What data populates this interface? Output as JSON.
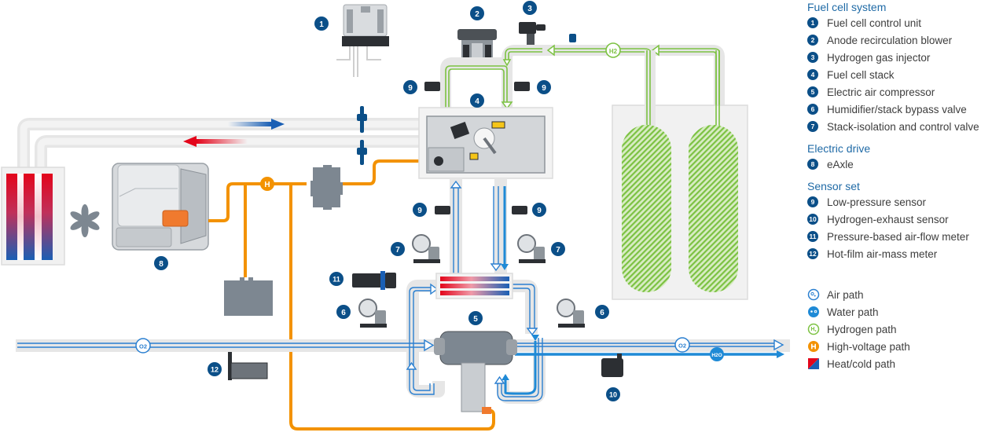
{
  "legend": {
    "sections": [
      {
        "title": "Fuel cell system",
        "items": [
          {
            "num": "1",
            "label": "Fuel cell control unit"
          },
          {
            "num": "2",
            "label": "Anode recirculation blower"
          },
          {
            "num": "3",
            "label": "Hydrogen gas injector"
          },
          {
            "num": "4",
            "label": "Fuel cell stack"
          },
          {
            "num": "5",
            "label": "Electric air compressor"
          },
          {
            "num": "6",
            "label": "Humidifier/stack bypass valve"
          },
          {
            "num": "7",
            "label": "Stack-isolation and control valve"
          }
        ]
      },
      {
        "title": "Electric drive",
        "items": [
          {
            "num": "8",
            "label": "eAxle"
          }
        ]
      },
      {
        "title": "Sensor set",
        "items": [
          {
            "num": "9",
            "label": "Low-pressure sensor"
          },
          {
            "num": "10",
            "label": "Hydrogen-exhaust sensor"
          },
          {
            "num": "11",
            "label": "Pressure-based air-flow meter"
          },
          {
            "num": "12",
            "label": "Hot-film air-mass meter"
          }
        ]
      }
    ],
    "paths": [
      {
        "icon": "air-path-icon",
        "symbol": "O2",
        "label": "Air path",
        "color": "#2a7fd0"
      },
      {
        "icon": "water-path-icon",
        "symbol": "H2O",
        "label": "Water path",
        "color": "#1f8ad6"
      },
      {
        "icon": "hydrogen-path-icon",
        "symbol": "H2",
        "label": "Hydrogen path",
        "color": "#7cc242"
      },
      {
        "icon": "high-voltage-path-icon",
        "symbol": "H",
        "label": "High-voltage path",
        "color": "#f39200"
      },
      {
        "icon": "heat-cold-path-icon",
        "symbol": "",
        "label": "Heat/cold path",
        "color": "#e3051b"
      }
    ]
  },
  "diagram": {
    "badges": {
      "b1": "1",
      "b2": "2",
      "b3": "3",
      "b4": "4",
      "b5": "5",
      "b6a": "6",
      "b6b": "6",
      "b7a": "7",
      "b7b": "7",
      "b8": "8",
      "b9a": "9",
      "b9b": "9",
      "b9c": "9",
      "b9d": "9",
      "b10": "10",
      "b11": "11",
      "b12": "12"
    },
    "path_labels": {
      "o2_in": "O2",
      "o2_out": "O2",
      "h2o_out": "H2O",
      "h2": "H2",
      "hv": "H"
    },
    "colors": {
      "badge": "#0b4f88",
      "air": "#2a7fd0",
      "water": "#1f8ad6",
      "hydrogen": "#7cc242",
      "high_voltage": "#f39200",
      "heat": "#e3051b",
      "cold": "#1a5fb4",
      "pipe": "#e6e6e6",
      "component": "#7d8791"
    }
  }
}
